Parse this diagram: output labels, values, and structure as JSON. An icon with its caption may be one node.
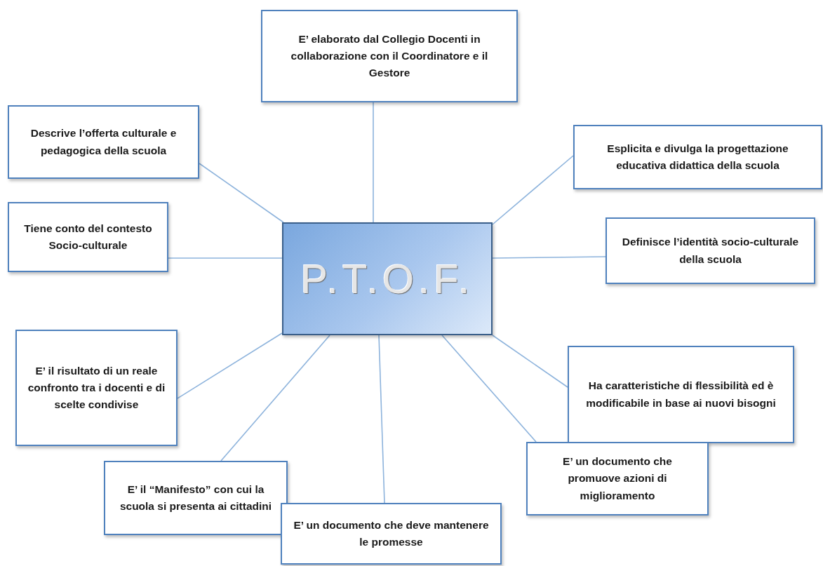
{
  "diagram": {
    "nodes": [
      {
        "text": [
          "E’ elaborato dal Collegio Docenti in collaborazione con il Coordinatore e il Gestore"
        ]
      },
      {
        "text": [
          "Descrive l’offerta culturale e pedagogica della scuola"
        ]
      },
      {
        "text": [
          "Esplicita e divulga la progettazione educativa didattica della scuola"
        ]
      },
      {
        "text": [
          "Tiene conto del contesto Socio-culturale"
        ]
      },
      {
        "text": [
          "P.T.O.F."
        ]
      },
      {
        "text": [
          "Definisce l’identità socio-culturale della scuola"
        ]
      },
      {
        "text": [
          "E’ il risultato di un reale confronto tra i docenti e di scelte condivise"
        ]
      },
      {
        "text": [
          "Ha caratteristiche di flessibilità ed è modificabile in base ai nuovi bisogni"
        ]
      },
      {
        "text": [
          "E’ il “Manifesto” con cui la scuola si presenta ai cittadini"
        ]
      },
      {
        "text": [
          "E’ un documento che promuove azioni di miglioramento"
        ]
      },
      {
        "text": [
          "E’ un documento che deve mantenere le promesse"
        ]
      }
    ],
    "edges": [
      {
        "from": 4,
        "to": 0,
        "arrow": "none"
      },
      {
        "from": 4,
        "to": 1,
        "arrow": "none"
      },
      {
        "from": 4,
        "to": 2,
        "arrow": "none"
      },
      {
        "from": 4,
        "to": 3,
        "arrow": "none"
      },
      {
        "from": 4,
        "to": 5,
        "arrow": "none"
      },
      {
        "from": 4,
        "to": 6,
        "arrow": "none"
      },
      {
        "from": 4,
        "to": 7,
        "arrow": "none"
      },
      {
        "from": 4,
        "to": 8,
        "arrow": "none"
      },
      {
        "from": 4,
        "to": 9,
        "arrow": "none"
      },
      {
        "from": 4,
        "to": 10,
        "arrow": "none"
      }
    ]
  }
}
